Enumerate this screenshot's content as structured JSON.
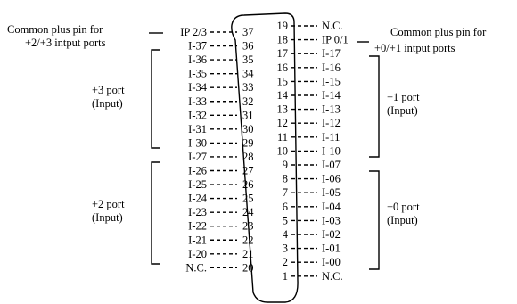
{
  "notes": {
    "left_line1": "Common plus pin for",
    "left_line2": "+2/+3 intput ports",
    "right_line1": "Common plus pin for",
    "right_line2": "+0/+1 intput ports"
  },
  "groups": {
    "p3_line1": "+3 port",
    "p3_line2": "(Input)",
    "p2_line1": "+2 port",
    "p2_line2": "(Input)",
    "p1_line1": "+1 port",
    "p1_line2": "(Input)",
    "p0_line1": "+0 port",
    "p0_line2": "(Input)"
  },
  "left_pins": [
    {
      "pin": "37",
      "signal": "IP 2/3"
    },
    {
      "pin": "36",
      "signal": "I-37"
    },
    {
      "pin": "35",
      "signal": "I-36"
    },
    {
      "pin": "34",
      "signal": "I-35"
    },
    {
      "pin": "33",
      "signal": "I-34"
    },
    {
      "pin": "32",
      "signal": "I-33"
    },
    {
      "pin": "31",
      "signal": "I-32"
    },
    {
      "pin": "30",
      "signal": "I-31"
    },
    {
      "pin": "29",
      "signal": "I-30"
    },
    {
      "pin": "28",
      "signal": "I-27"
    },
    {
      "pin": "27",
      "signal": "I-26"
    },
    {
      "pin": "26",
      "signal": "I-25"
    },
    {
      "pin": "25",
      "signal": "I-24"
    },
    {
      "pin": "24",
      "signal": "I-23"
    },
    {
      "pin": "23",
      "signal": "I-22"
    },
    {
      "pin": "22",
      "signal": "I-21"
    },
    {
      "pin": "21",
      "signal": "I-20"
    },
    {
      "pin": "20",
      "signal": "N.C."
    }
  ],
  "right_pins": [
    {
      "pin": "19",
      "signal": "N.C."
    },
    {
      "pin": "18",
      "signal": "IP 0/1"
    },
    {
      "pin": "17",
      "signal": "I-17"
    },
    {
      "pin": "16",
      "signal": "I-16"
    },
    {
      "pin": "15",
      "signal": "I-15"
    },
    {
      "pin": "14",
      "signal": "I-14"
    },
    {
      "pin": "13",
      "signal": "I-13"
    },
    {
      "pin": "12",
      "signal": "I-12"
    },
    {
      "pin": "11",
      "signal": "I-11"
    },
    {
      "pin": "10",
      "signal": "I-10"
    },
    {
      "pin": "9",
      "signal": "I-07"
    },
    {
      "pin": "8",
      "signal": "I-06"
    },
    {
      "pin": "7",
      "signal": "I-05"
    },
    {
      "pin": "6",
      "signal": "I-04"
    },
    {
      "pin": "5",
      "signal": "I-03"
    },
    {
      "pin": "4",
      "signal": "I-02"
    },
    {
      "pin": "3",
      "signal": "I-01"
    },
    {
      "pin": "2",
      "signal": "I-00"
    },
    {
      "pin": "1",
      "signal": "N.C."
    }
  ]
}
